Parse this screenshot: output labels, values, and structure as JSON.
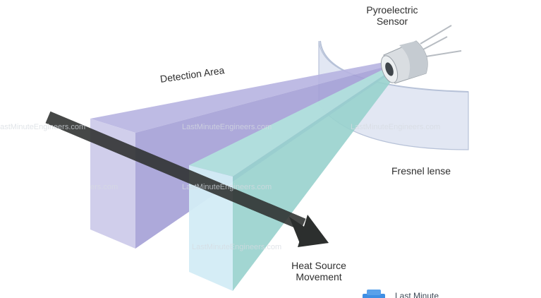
{
  "labels": {
    "sensor_line1": "Pyroelectric",
    "sensor_line2": "Sensor",
    "detection_area": "Detection Area",
    "fresnel_lense": "Fresnel lense",
    "heat_line1": "Heat Source",
    "heat_line2": "Movement"
  },
  "watermark": {
    "text": "LastMinuteEngineers.com",
    "text_left_clip": "ers.com"
  },
  "logo": {
    "text": "Last Minute"
  },
  "colors": {
    "purple_beam": "#a9a5da",
    "purple_front": "#c9c7e8",
    "cyan_beam": "#9fd9d3",
    "cyan_front": "#cfe9f3",
    "lens": "#dde3f1",
    "arrow": "#2c2f2e",
    "logo_blue": "#3f8fe4"
  }
}
